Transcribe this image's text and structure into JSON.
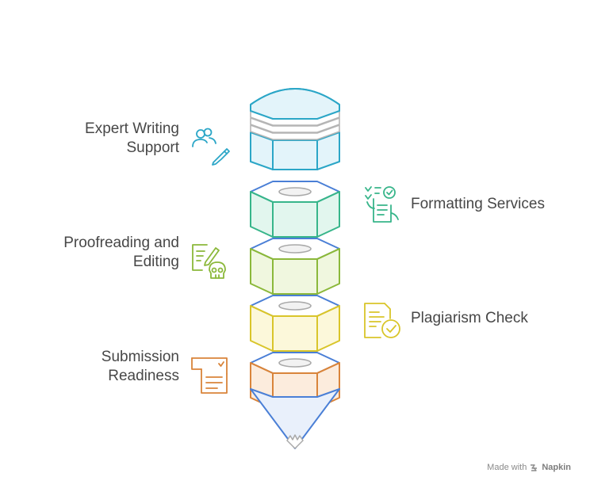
{
  "layers": [
    {
      "id": "expert",
      "lines": [
        "Expert Writing",
        "Support"
      ],
      "side": "left",
      "color": "#2ba6c7",
      "fill": "#e3f4fa",
      "icon": "users-pencil-icon"
    },
    {
      "id": "formatting",
      "lines": [
        "Formatting Services"
      ],
      "side": "right",
      "color": "#37b58a",
      "fill": "#e2f6ee",
      "icon": "document-checklist-icon"
    },
    {
      "id": "proofreading",
      "lines": [
        "Proofreading and",
        "Editing"
      ],
      "side": "left",
      "color": "#8bb83a",
      "fill": "#f0f7df",
      "icon": "edit-document-skull-icon"
    },
    {
      "id": "plagiarism",
      "lines": [
        "Plagiarism Check"
      ],
      "side": "right",
      "color": "#d9c52a",
      "fill": "#fcf8da",
      "icon": "document-check-icon"
    },
    {
      "id": "submission",
      "lines": [
        "Submission",
        "Readiness"
      ],
      "side": "left",
      "color": "#d9843a",
      "fill": "#fcecdd",
      "icon": "clipboard-checklist-icon"
    }
  ],
  "footer": {
    "made_with": "Made with",
    "brand": "Napkin"
  },
  "colors": {
    "text": "#474747",
    "outline_blue": "#4a7fd6",
    "cone_fill": "#e9f0fb",
    "rings_gray": "#b5b5b5"
  }
}
